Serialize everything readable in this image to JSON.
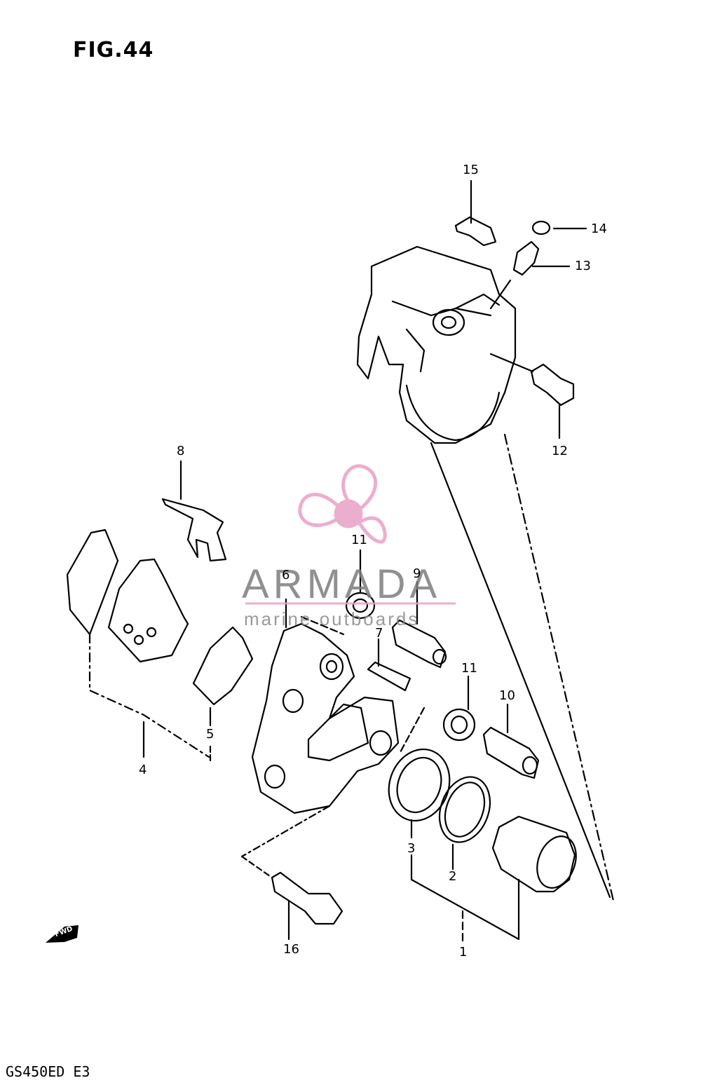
{
  "figure": {
    "title": "FIG.44",
    "model_code": "GS450ED E3"
  },
  "watermark": {
    "name": "ARMADA",
    "sub": "marine outboards",
    "color": "#e9a1c6"
  },
  "fwd_label": "FWD",
  "callouts": [
    "1",
    "2",
    "3",
    "4",
    "5",
    "6",
    "7",
    "8",
    "9",
    "10",
    "11",
    "11",
    "12",
    "13",
    "14",
    "15",
    "16"
  ]
}
